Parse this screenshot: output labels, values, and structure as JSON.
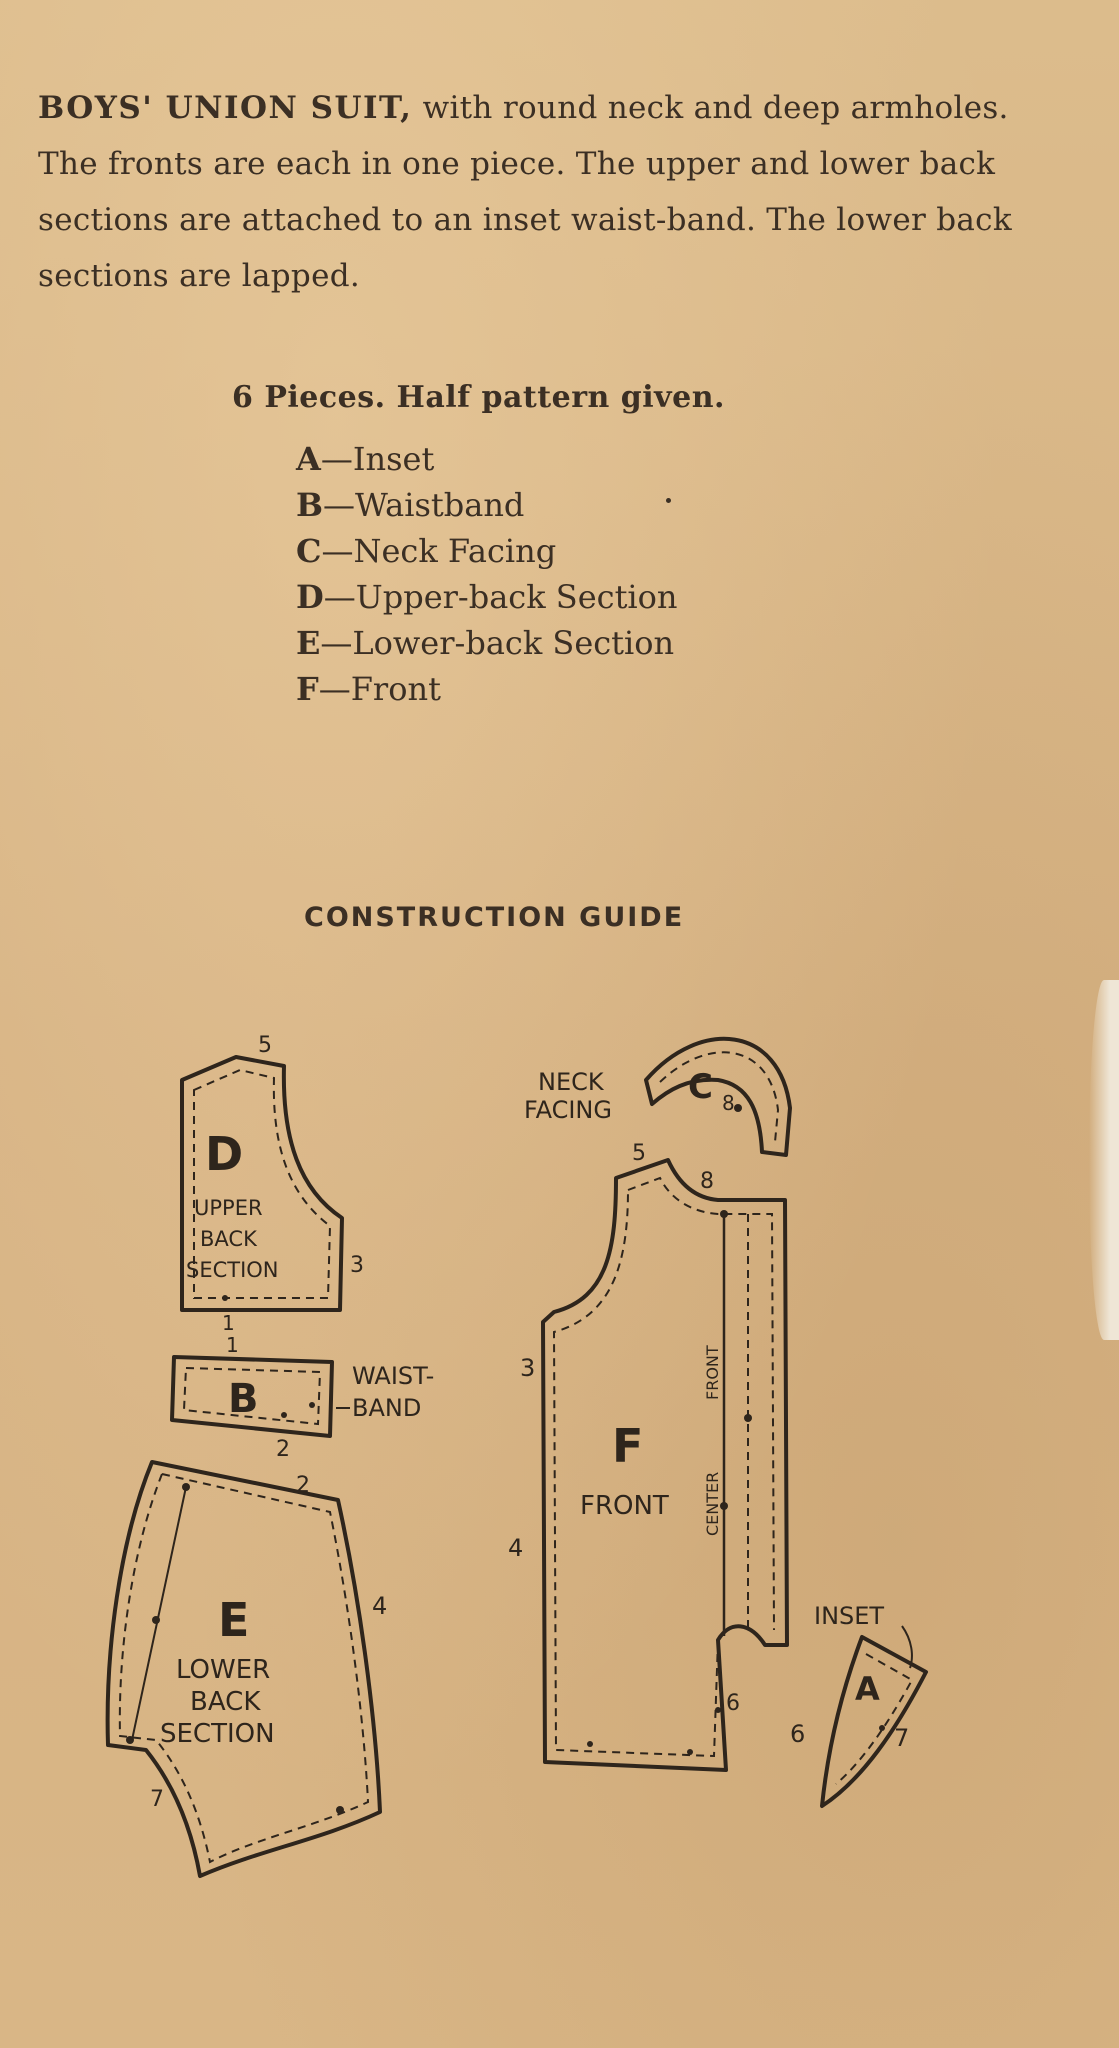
{
  "intro": {
    "lead": "BOYS' UNION SUIT,",
    "body": "with round neck and deep armholes. The fronts are each in one piece. The upper and lower back sections are attached to an inset waist-band. The lower back sections are lapped."
  },
  "pieces_heading": "6 Pieces. Half pattern given.",
  "pieces": [
    {
      "letter": "A",
      "name": "—Inset"
    },
    {
      "letter": "B",
      "name": "—Waistband"
    },
    {
      "letter": "C",
      "name": "—Neck Facing"
    },
    {
      "letter": "D",
      "name": "—Upper-back Section"
    },
    {
      "letter": "E",
      "name": "—Lower-back Section"
    },
    {
      "letter": "F",
      "name": "—Front"
    }
  ],
  "construction_title": "CONSTRUCTION GUIDE",
  "diagram": {
    "D": {
      "letter": "D",
      "line1": "UPPER",
      "line2": "BACK",
      "line3": "SECTION",
      "n5": "5",
      "n3": "3",
      "n1": "1"
    },
    "B": {
      "letter": "B",
      "label1": "WAIST-",
      "label2": "BAND",
      "n1": "1",
      "n2": "2"
    },
    "E": {
      "letter": "E",
      "line1": "LOWER",
      "line2": "BACK",
      "line3": "SECTION",
      "n2": "2",
      "n4": "4",
      "n7": "7"
    },
    "C": {
      "letter": "C",
      "label1": "NECK",
      "label2": "FACING",
      "n8": "8"
    },
    "F": {
      "letter": "F",
      "name": "FRONT",
      "center": "CENTER",
      "front": "FRONT",
      "n5": "5",
      "n8": "8",
      "n3": "3",
      "n4": "4",
      "n6": "6"
    },
    "A": {
      "letter": "A",
      "label": "INSET",
      "n6": "6",
      "n7": "7"
    }
  }
}
